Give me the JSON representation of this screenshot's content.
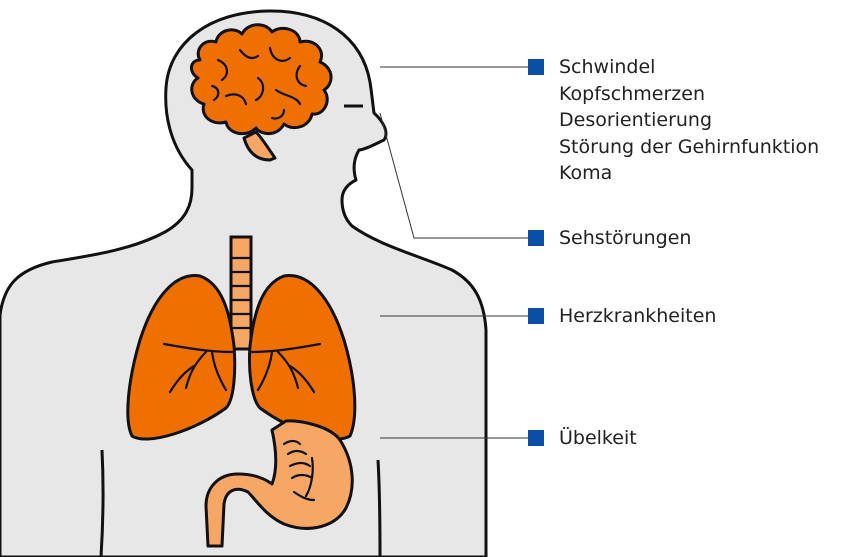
{
  "colors": {
    "body_fill": "#e7e7e7",
    "outline": "#111111",
    "organ_dark": "#ee7000",
    "organ_light": "#f6a766",
    "marker": "#0a4fa5",
    "leader_line": "#333333"
  },
  "labels": {
    "brain": [
      "Schwindel",
      "Kopfschmerzen",
      "Desorientierung",
      "Störung der Gehirnfunktion",
      "Koma"
    ],
    "eye": [
      "Sehstörungen"
    ],
    "heart": [
      "Herzkrankheiten"
    ],
    "stomach": [
      "Übelkeit"
    ]
  }
}
